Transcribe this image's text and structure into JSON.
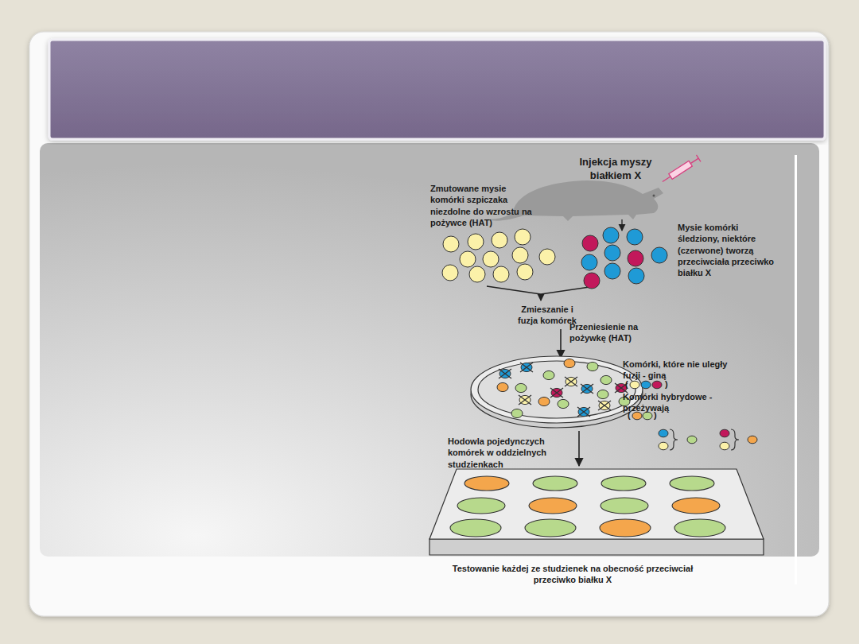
{
  "diagram": {
    "labels": [
      "Injekcja myszy białkiem X",
      "Zmutowane mysie komórki szpiczaka niezdolne do wzrostu na pożywce (HAT)",
      "Mysie komórki śledziony, niektóre (czerwone) tworzą przeciwciała przeciwko białku X",
      "Zmieszanie i fuzja komórek",
      "Przeniesienie na pożywkę (HAT)",
      "Komórki, które nie uległy fuzji - giną",
      "(",
      ")",
      "Komórki hybrydowe - przeżywają",
      "(",
      ")",
      "Hodowla pojedynczych komórek w oddzielnych studzienkach",
      "Testowanie każdej ze studzienek na obecność przeciwciał przeciwko białku X"
    ]
  }
}
